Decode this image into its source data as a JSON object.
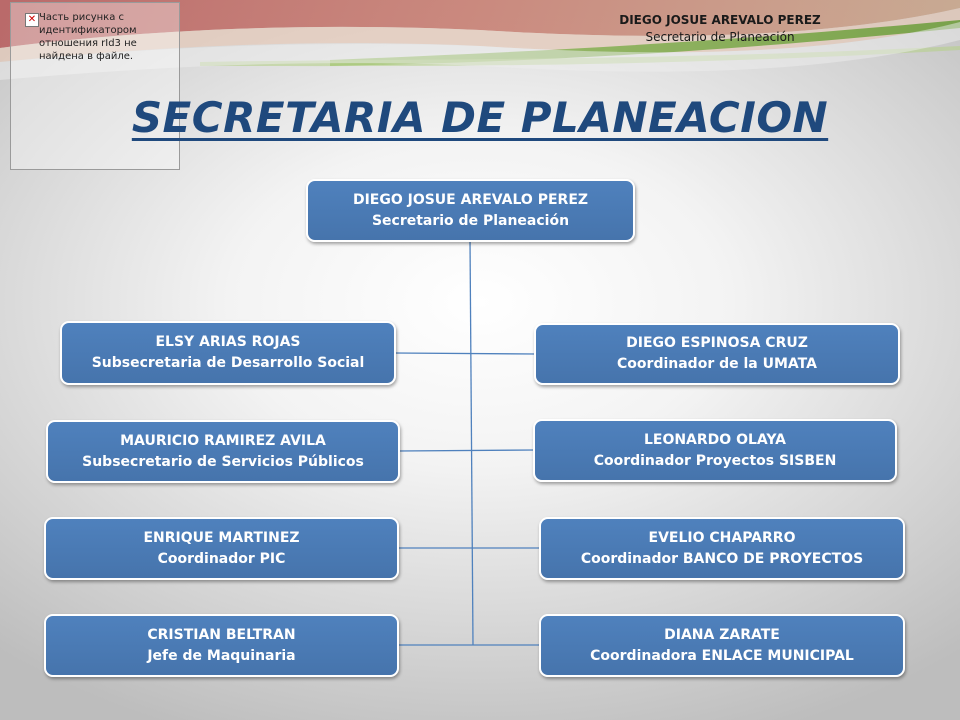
{
  "header": {
    "name": "DIEGO JOSUE AREVALO PEREZ",
    "role": "Secretario de Planeación"
  },
  "missing_image": {
    "icon": "broken-image-icon",
    "message": "Часть рисунка с идентификатором отношения rId3 не найдена в файле."
  },
  "title": "SECRETARIA DE PLANEACION",
  "colors": {
    "box_fill": "#4f81bd",
    "title": "#1f497d",
    "connector": "#4f81bd"
  },
  "org": {
    "root": {
      "name": "DIEGO JOSUE AREVALO PEREZ",
      "role": "Secretario de Planeación"
    },
    "left": [
      {
        "name": "ELSY ARIAS ROJAS",
        "role": "Subsecretaria de Desarrollo Social"
      },
      {
        "name": "MAURICIO RAMIREZ AVILA",
        "role": "Subsecretario de Servicios Públicos"
      },
      {
        "name": "ENRIQUE MARTINEZ",
        "role": "Coordinador PIC"
      },
      {
        "name": "CRISTIAN BELTRAN",
        "role": "Jefe de Maquinaria"
      }
    ],
    "right": [
      {
        "name": "DIEGO ESPINOSA CRUZ",
        "role": "Coordinador de la UMATA"
      },
      {
        "name": "LEONARDO OLAYA",
        "role": "Coordinador Proyectos SISBEN"
      },
      {
        "name": "EVELIO CHAPARRO",
        "role": "Coordinador BANCO DE PROYECTOS"
      },
      {
        "name": "DIANA ZARATE",
        "role": "Coordinadora ENLACE MUNICIPAL"
      }
    ]
  }
}
